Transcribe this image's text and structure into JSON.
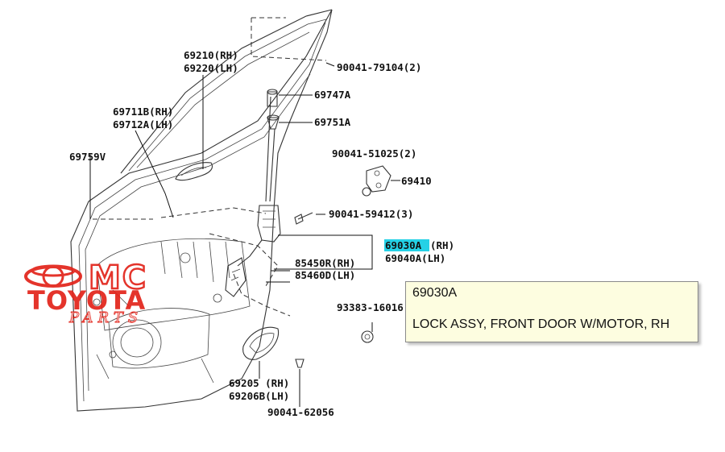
{
  "labels": {
    "p69210": "69210(RH)",
    "p69220": "69220(LH)",
    "p90041_79104": "90041-79104(2)",
    "p69747": "69747A",
    "p69751": "69751A",
    "p69711": "69711B(RH)",
    "p69712": "69712A(LH)",
    "p69759": "69759V",
    "p90041_51025": "90041-51025(2)",
    "p69410": "69410",
    "p90041_59412": "90041-59412(3)",
    "p69030": "69030A",
    "p69030_side": "(RH)",
    "p69040": "69040A(LH)",
    "p85450": "85450R(RH)",
    "p85460": "85460D(LH)",
    "p93383": "93383-16016",
    "p69205": "69205 (RH)",
    "p69206": "69206B(LH)",
    "p90041_62056": "90041-62056"
  },
  "logo": {
    "mc": "MC",
    "brand": "TOYOTA",
    "sub": "PARTS",
    "color": "#e2231a"
  },
  "highlight_color": "#25d1e6",
  "tooltip": {
    "code": "69030A",
    "description": "LOCK ASSY, FRONT DOOR W/MOTOR, RH"
  }
}
